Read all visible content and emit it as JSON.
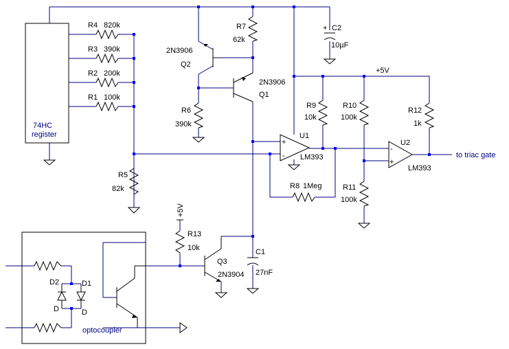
{
  "components": {
    "register": {
      "line1": "74HC",
      "line2": "register"
    },
    "r4": {
      "ref": "R4",
      "value": "820k"
    },
    "r3": {
      "ref": "R3",
      "value": "390k"
    },
    "r2": {
      "ref": "R2",
      "value": "200k"
    },
    "r1": {
      "ref": "R1",
      "value": "100k"
    },
    "r5": {
      "ref": "R5",
      "value": "82k"
    },
    "r6": {
      "ref": "R6",
      "value": "390k"
    },
    "r7": {
      "ref": "R7",
      "value": "62k"
    },
    "r8": {
      "ref": "R8",
      "value": "1Meg"
    },
    "r9": {
      "ref": "R9",
      "value": "10k"
    },
    "r10": {
      "ref": "R10",
      "value": "100k"
    },
    "r11": {
      "ref": "R11",
      "value": "100k"
    },
    "r12": {
      "ref": "R12",
      "value": "1k"
    },
    "r13": {
      "ref": "R13",
      "value": "10k"
    },
    "q1": {
      "ref": "Q1",
      "type": "2N3906"
    },
    "q2": {
      "ref": "Q2",
      "type": "2N3906"
    },
    "q3": {
      "ref": "Q3",
      "type": "2N3904"
    },
    "c1": {
      "ref": "C1",
      "value": "27nF"
    },
    "c2": {
      "ref": "C2",
      "value": "10µF"
    },
    "u1": {
      "ref": "U1",
      "type": "LM393"
    },
    "u2": {
      "ref": "U2",
      "type": "LM393"
    },
    "d1": {
      "ref": "D1",
      "type": "D"
    },
    "d2": {
      "ref": "D2",
      "type": "D"
    },
    "optocoupler": {
      "label": "optocoupler"
    }
  },
  "rails": {
    "plus5v_right": "+5V",
    "plus5v_q3": "+5V"
  },
  "output": {
    "label": "to triac gate"
  },
  "pins": {
    "plus": "+",
    "minus": "-"
  }
}
